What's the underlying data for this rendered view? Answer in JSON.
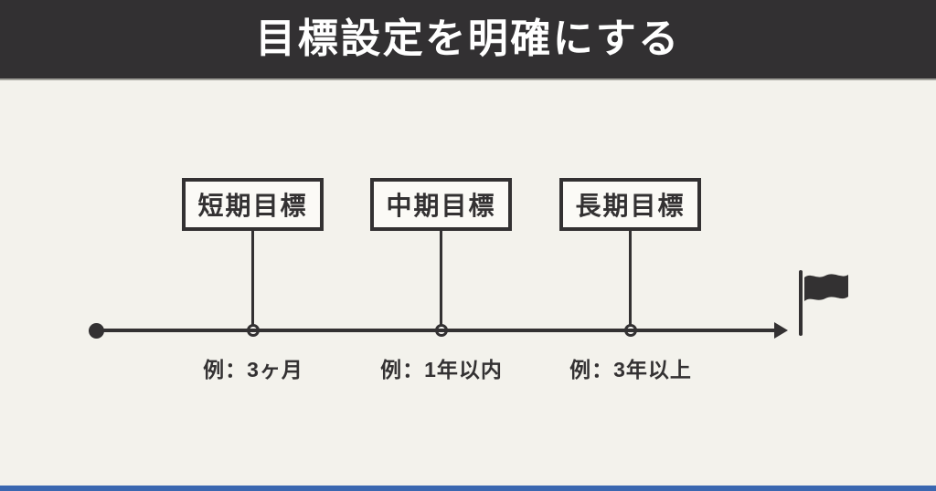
{
  "header": {
    "title": "目標設定を明確にする"
  },
  "timeline": {
    "milestones": [
      {
        "label": "短期目標",
        "example": "例：3ヶ月"
      },
      {
        "label": "中期目標",
        "example": "例：1年以内"
      },
      {
        "label": "長期目標",
        "example": "例：3年以上"
      }
    ],
    "start_marker": "filled-dot",
    "end_marker": "arrow-with-goal-flag"
  },
  "icons": {
    "flag": "goal-flag-icon"
  },
  "colors": {
    "header_bg": "#323032",
    "header_text": "#ffffff",
    "body_bg": "#f3f2ec",
    "ink": "#333132",
    "box_bg": "#fbfaf6",
    "accent_blue": "#3a67b0"
  }
}
